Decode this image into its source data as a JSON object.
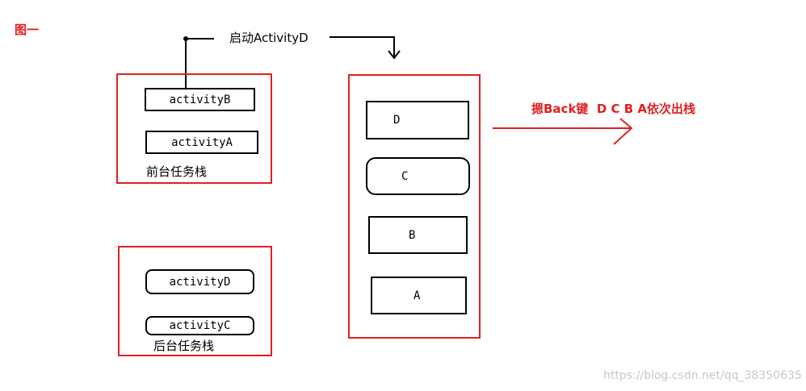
{
  "figure_label": "图一",
  "launch_label": "启动ActivityD",
  "foreground": {
    "title": "前台任务栈",
    "items": [
      "activityB",
      "activityA"
    ]
  },
  "background": {
    "title": "后台任务栈",
    "items": [
      "activityD",
      "activityC"
    ]
  },
  "merged_stack": {
    "items": [
      "D",
      "C",
      "B",
      "A"
    ]
  },
  "back_note": "摁Back键  D C B A依次出栈",
  "watermark": "https://blog.csdn.net/qq_38350635",
  "colors": {
    "accent_red": "#e02020",
    "outline": "#000000",
    "watermark": "#c8c8c8"
  }
}
